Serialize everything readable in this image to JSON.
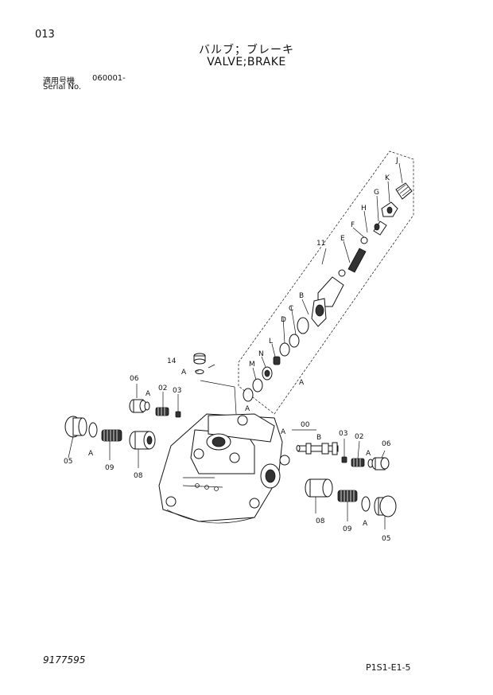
{
  "header": {
    "page_number": "013",
    "title_ja": "バルブ；ブレーキ",
    "title_en": "VALVE;BRAKE",
    "serial_label_ja": "適用号機",
    "serial_value": "060001-",
    "serial_label_en": "Serial No."
  },
  "footer": {
    "drawing_number": "9177595",
    "sheet_code": "P1S1-E1-5"
  },
  "callouts": {
    "c00": "00",
    "c02a": "02",
    "c02b": "02",
    "c03a": "03",
    "c03b": "03",
    "c05a": "05",
    "c05b": "05",
    "c06a": "06",
    "c06b": "06",
    "c08a": "08",
    "c08b": "08",
    "c09a": "09",
    "c09b": "09",
    "c11": "11",
    "c14": "14",
    "A1": "A",
    "A2": "A",
    "A3": "A",
    "A4": "A",
    "A5": "A",
    "A6": "A",
    "A7": "A",
    "A8": "A",
    "B1": "B",
    "B2": "B",
    "C": "C",
    "D": "D",
    "E": "E",
    "F": "F",
    "G": "G",
    "H": "H",
    "J": "J",
    "K": "K",
    "L": "L",
    "M": "M",
    "N": "N"
  },
  "icons": [
    "brake-valve-housing-icon",
    "spool-icon",
    "spring-icon",
    "plug-icon",
    "o-ring-icon",
    "valve-cartridge-icon"
  ]
}
